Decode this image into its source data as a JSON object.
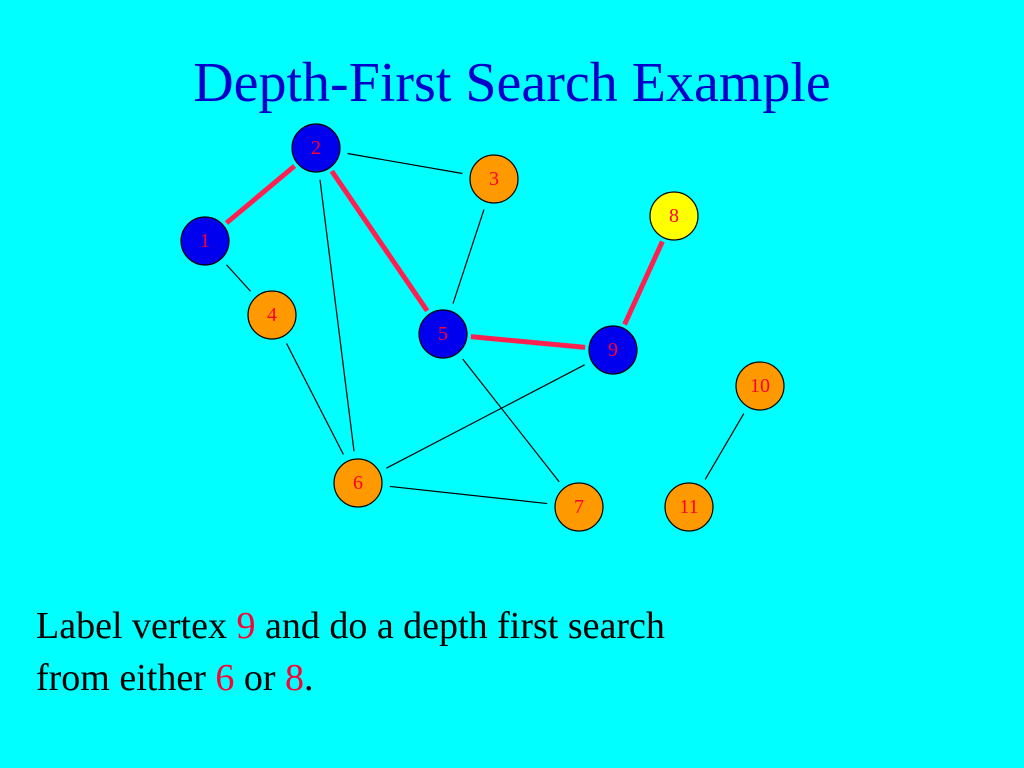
{
  "title": "Depth-First Search Example",
  "colors": {
    "background": "#00ffff",
    "title": "#0000cc",
    "visited_node": "#0000ee",
    "unvisited_node": "#ff9900",
    "current_node": "#ffff00",
    "node_label": "#ff0033",
    "tree_edge": "#ff2050",
    "plain_edge": "#000000"
  },
  "graph": {
    "nodes": [
      {
        "id": "1",
        "label": "1",
        "state": "visited"
      },
      {
        "id": "2",
        "label": "2",
        "state": "visited"
      },
      {
        "id": "3",
        "label": "3",
        "state": "unvisited"
      },
      {
        "id": "4",
        "label": "4",
        "state": "unvisited"
      },
      {
        "id": "5",
        "label": "5",
        "state": "visited"
      },
      {
        "id": "6",
        "label": "6",
        "state": "unvisited"
      },
      {
        "id": "7",
        "label": "7",
        "state": "unvisited"
      },
      {
        "id": "8",
        "label": "8",
        "state": "current"
      },
      {
        "id": "9",
        "label": "9",
        "state": "visited"
      },
      {
        "id": "10",
        "label": "10",
        "state": "unvisited"
      },
      {
        "id": "11",
        "label": "11",
        "state": "unvisited"
      }
    ],
    "edges": [
      {
        "from": "1",
        "to": "2",
        "tree": true
      },
      {
        "from": "2",
        "to": "5",
        "tree": true
      },
      {
        "from": "5",
        "to": "9",
        "tree": true
      },
      {
        "from": "9",
        "to": "8",
        "tree": true
      },
      {
        "from": "2",
        "to": "3",
        "tree": false
      },
      {
        "from": "3",
        "to": "5",
        "tree": false
      },
      {
        "from": "1",
        "to": "4",
        "tree": false
      },
      {
        "from": "4",
        "to": "6",
        "tree": false
      },
      {
        "from": "2",
        "to": "6",
        "tree": false
      },
      {
        "from": "6",
        "to": "9",
        "tree": false
      },
      {
        "from": "6",
        "to": "7",
        "tree": false
      },
      {
        "from": "5",
        "to": "7",
        "tree": false
      },
      {
        "from": "10",
        "to": "11",
        "tree": false
      }
    ]
  },
  "caption": {
    "line1_prefix": "Label vertex ",
    "line1_highlight": "9",
    "line1_suffix": " and do a depth first search",
    "line2_prefix": "from either ",
    "line2_highlight1": "6",
    "line2_middle": " or ",
    "line2_highlight2": "8",
    "line2_suffix": "."
  }
}
